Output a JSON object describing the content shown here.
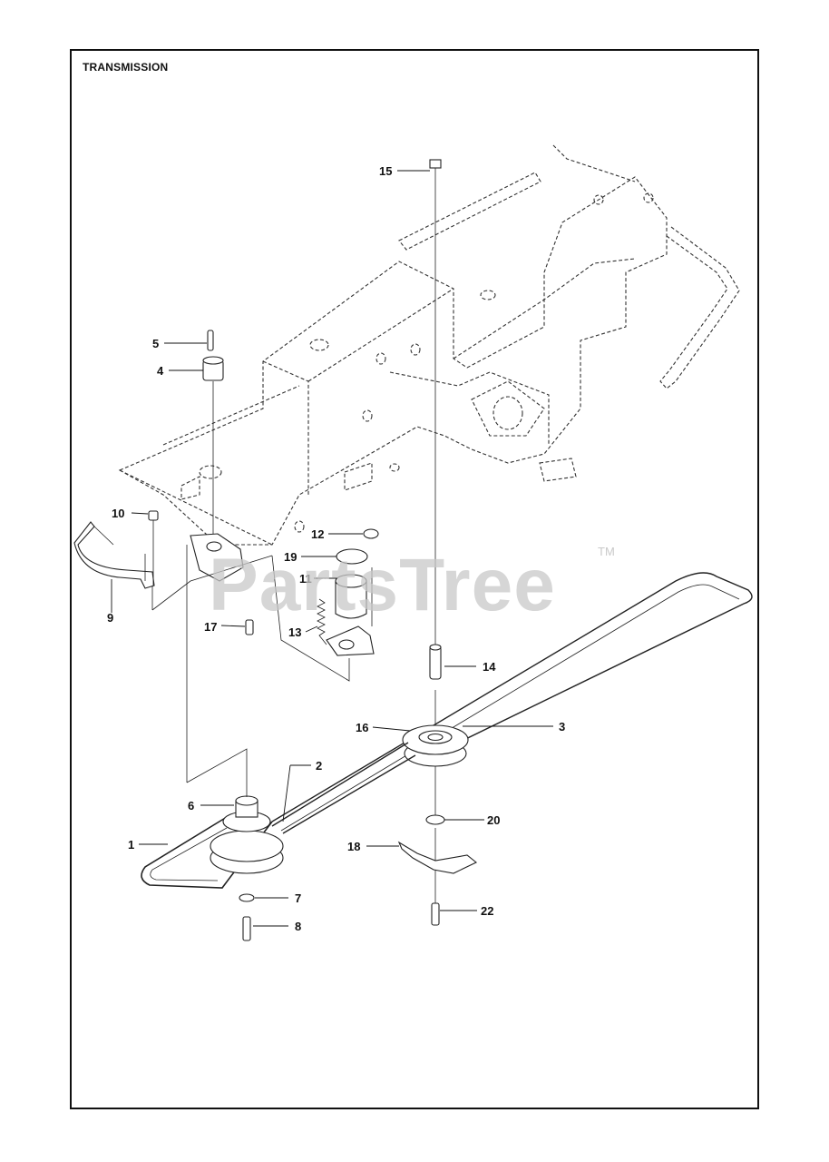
{
  "title": "TRANSMISSION",
  "watermark": "PartsTree",
  "watermark_tm": "TM",
  "callouts": [
    "1",
    "2",
    "3",
    "4",
    "5",
    "6",
    "7",
    "8",
    "9",
    "10",
    "11",
    "12",
    "13",
    "14",
    "15",
    "16",
    "17",
    "18",
    "19",
    "20",
    "22"
  ]
}
